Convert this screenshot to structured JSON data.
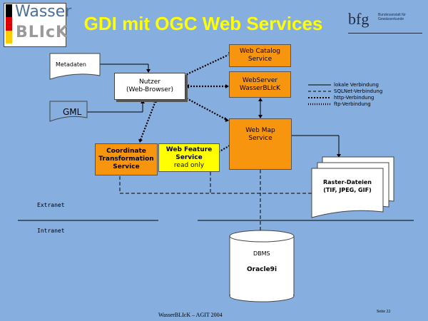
{
  "header": {
    "title": "GDI mit OGC Web Services",
    "logo_word1": "Wasser",
    "logo_word2": "BLIcK",
    "bfg_mark": "bfg",
    "bfg_text": "Bundesanstalt für Gewässerkunde"
  },
  "nodes": {
    "metadaten": "Metadaten",
    "nutzer_line1": "Nutzer",
    "nutzer_line2": "(Web-Browser)",
    "gml": "GML",
    "catalog_line1": "Web Catalog",
    "catalog_line2": "Service",
    "webserver_line1": "WebServer",
    "webserver_line2": "WasserBLIcK",
    "wms_line1": "Web Map",
    "wms_line2": "Service",
    "cts_line1": "Coordinate",
    "cts_line2": "Transformation",
    "cts_line3": "Service",
    "wfs_line1": "Web Feature",
    "wfs_line2": "Service",
    "wfs_line3": "read only",
    "raster_line1": "Raster-Dateien",
    "raster_line2": "(TIF, JPEG, GIF)",
    "dbms_label": "DBMS",
    "dbms_name": "Oracle9i"
  },
  "legend": [
    "lokale Verbindung",
    "SQLNet-Verbindung",
    "http-Verbindung",
    "ftp-Verbindung"
  ],
  "zones": {
    "extranet": "Extranet",
    "intranet": "Intranet"
  },
  "footer": {
    "left": "WasserBLIcK – AGIT 2004",
    "right": "Seite 22"
  },
  "colors": {
    "background": "#86aede",
    "title": "#ffff00",
    "service_box": "#f7950f",
    "wfs_box": "#ffff00"
  }
}
